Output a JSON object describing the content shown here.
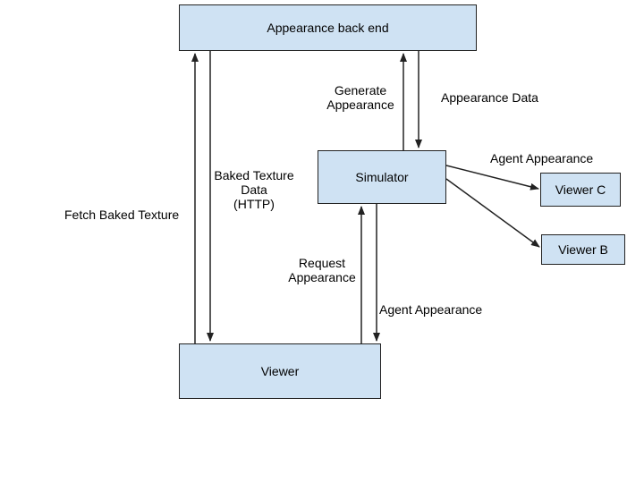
{
  "nodes": {
    "backend": "Appearance back end",
    "simulator": "Simulator",
    "viewer": "Viewer",
    "viewer_c": "Viewer C",
    "viewer_b": "Viewer B"
  },
  "edges": {
    "fetch_baked_texture": "Fetch Baked Texture",
    "baked_texture_data": [
      "Baked Texture",
      "Data",
      "(HTTP)"
    ],
    "generate_appearance": [
      "Generate",
      "Appearance"
    ],
    "appearance_data": "Appearance Data",
    "agent_appearance_top": "Agent Appearance",
    "request_appearance": [
      "Request",
      "Appearance"
    ],
    "agent_appearance_bottom": "Agent Appearance"
  },
  "colors": {
    "box_fill": "#cfe2f3",
    "stroke": "#222222"
  }
}
